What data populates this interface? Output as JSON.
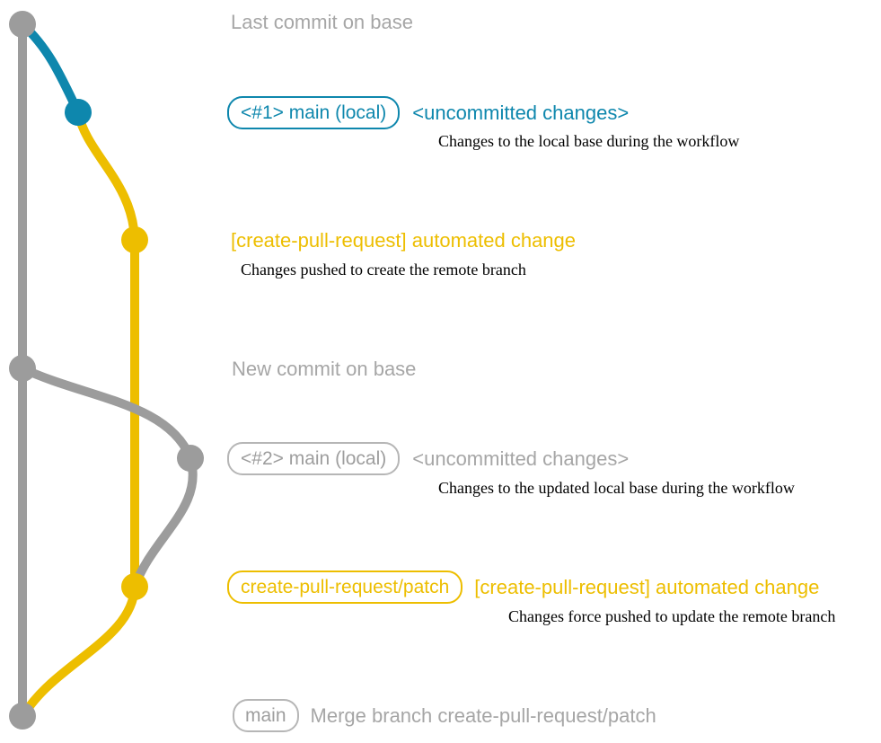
{
  "colors": {
    "blue": "#0e87ad",
    "yellow": "#edbe00",
    "gray_line": "#9c9c9c",
    "gray_text": "#a6a6a6",
    "gray_border": "#b6b6b6",
    "gray_pill_text": "#9e9e9e",
    "black": "#000000"
  },
  "annotations": {
    "last_commit": {
      "title": "Last commit on base"
    },
    "local_1": {
      "badge": "<#1> main (local)",
      "status": "<uncommitted changes>",
      "desc": "Changes to the local base during the workflow"
    },
    "remote_1": {
      "title": "[create-pull-request] automated change",
      "desc": "Changes pushed to create the remote branch"
    },
    "new_commit": {
      "title": "New commit on base"
    },
    "local_2": {
      "badge": "<#2> main (local)",
      "status": "<uncommitted changes>",
      "desc": "Changes to the updated local base during the workflow"
    },
    "remote_2": {
      "badge": "create-pull-request/patch",
      "title": "[create-pull-request] automated change",
      "desc": "Changes force pushed to update the remote branch"
    },
    "merge": {
      "badge": "main",
      "title": "Merge branch create-pull-request/patch"
    }
  }
}
